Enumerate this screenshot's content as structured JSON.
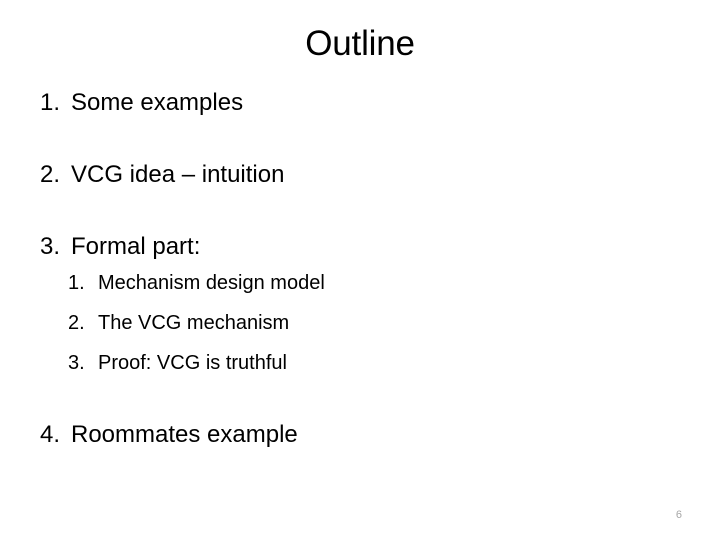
{
  "slide": {
    "title": "Outline",
    "background_color": "#FFFFFF",
    "text_color": "#000000",
    "page_number": "6",
    "page_number_color": "#A6A6A6"
  },
  "outline": {
    "items": [
      {
        "marker": "1.",
        "text": "Some examples",
        "subitems": []
      },
      {
        "marker": "2.",
        "text": "VCG idea – intuition",
        "subitems": []
      },
      {
        "marker": "3.",
        "text": "Formal part:",
        "subitems": [
          {
            "marker": "1.",
            "text": "Mechanism design model"
          },
          {
            "marker": "2.",
            "text": "The VCG mechanism"
          },
          {
            "marker": "3.",
            "text": "Proof: VCG is truthful"
          }
        ]
      },
      {
        "marker": "4.",
        "text": "Roommates example",
        "subitems": []
      }
    ]
  }
}
